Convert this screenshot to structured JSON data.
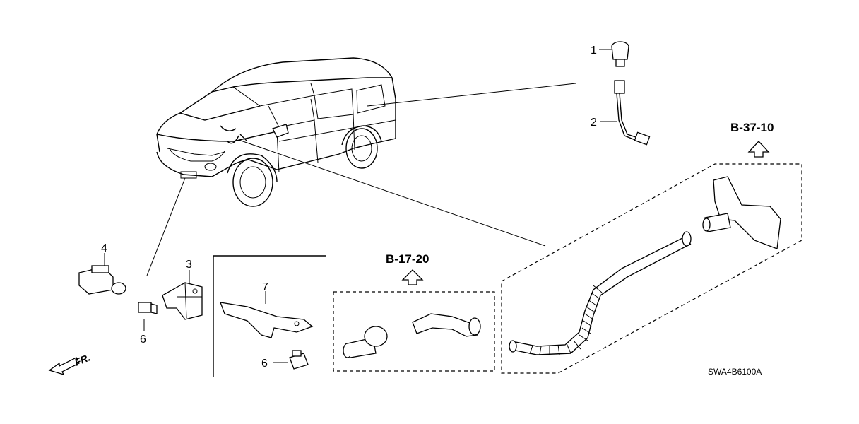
{
  "callouts": {
    "c1": "1",
    "c2": "2",
    "c3": "3",
    "c4": "4",
    "c6a": "6",
    "c6b": "6",
    "c7": "7"
  },
  "references": {
    "ref_b37": "B-37-10",
    "ref_b17": "B-17-20"
  },
  "direction_label": "FR.",
  "diagram_code": "SWA4B6100A"
}
